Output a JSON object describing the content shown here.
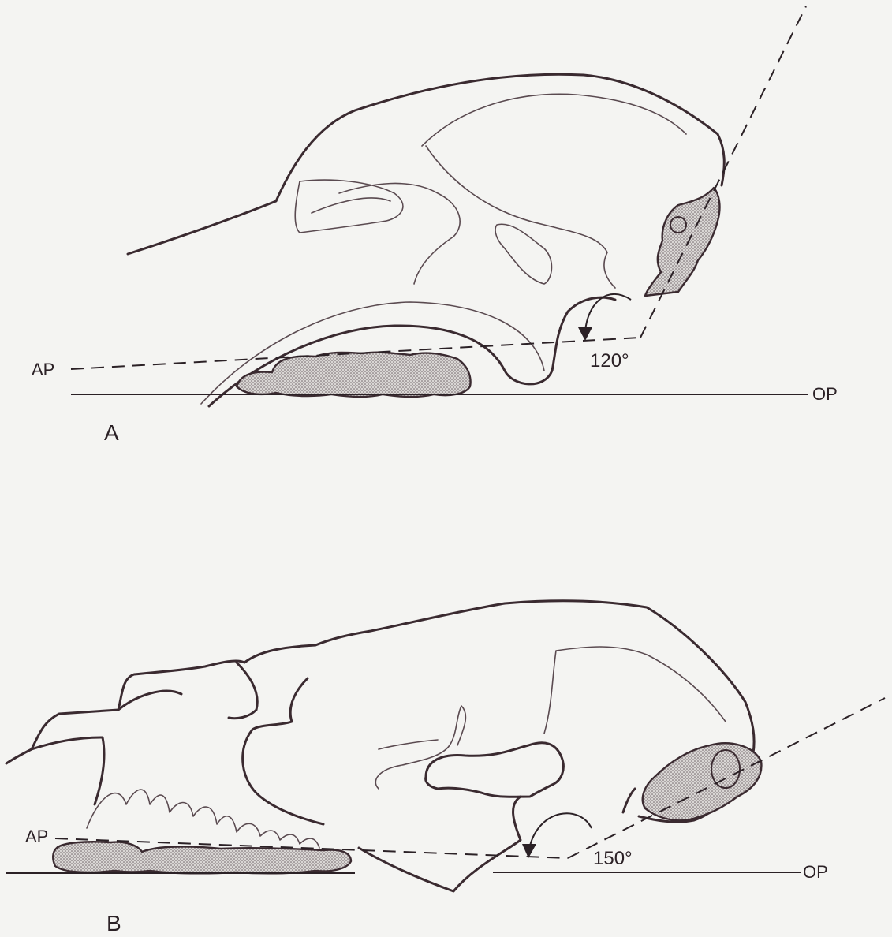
{
  "figure": {
    "panel_a": {
      "label": "A",
      "ap_label": "AP",
      "op_label": "OP",
      "angle_label": "120°"
    },
    "panel_b": {
      "label": "B",
      "ap_label": "AP",
      "op_label": "OP",
      "angle_label": "150°"
    }
  }
}
